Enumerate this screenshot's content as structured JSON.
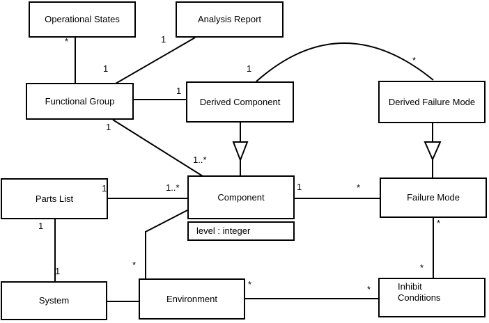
{
  "diagram": {
    "type": "uml-class-diagram",
    "background_color": "#ffffff",
    "line_color": "#000000",
    "classes": {
      "operational_states": {
        "name": "Operational States"
      },
      "analysis_report": {
        "name": "Analysis Report"
      },
      "functional_group": {
        "name": "Functional Group"
      },
      "derived_component": {
        "name": "Derived Component"
      },
      "derived_failure_mode": {
        "name": "Derived Failure Mode"
      },
      "parts_list": {
        "name": "Parts List"
      },
      "component": {
        "name": "Component",
        "attributes": [
          "level : integer"
        ]
      },
      "failure_mode": {
        "name": "Failure Mode"
      },
      "system": {
        "name": "System"
      },
      "environment": {
        "name": "Environment"
      },
      "inhibit_conditions": {
        "name": "Inhibit\nConditions"
      }
    },
    "relationships": [
      {
        "from": "Operational States",
        "to": "Functional Group",
        "type": "association",
        "from_multiplicity": "*",
        "to_multiplicity": "1"
      },
      {
        "from": "Analysis Report",
        "to": "Functional Group",
        "type": "association",
        "from_multiplicity": "1",
        "to_multiplicity": ""
      },
      {
        "from": "Functional Group",
        "to": "Derived Component",
        "type": "association",
        "from_multiplicity": "",
        "to_multiplicity": "1"
      },
      {
        "from": "Functional Group",
        "to": "Component",
        "type": "association",
        "from_multiplicity": "1",
        "to_multiplicity": "1..*"
      },
      {
        "from": "Derived Component",
        "to": "Component",
        "type": "generalization",
        "from_multiplicity": "",
        "to_multiplicity": ""
      },
      {
        "from": "Derived Component",
        "to": "Derived Failure Mode",
        "type": "association",
        "from_multiplicity": "1",
        "to_multiplicity": "*"
      },
      {
        "from": "Derived Failure Mode",
        "to": "Failure Mode",
        "type": "generalization",
        "from_multiplicity": "",
        "to_multiplicity": ""
      },
      {
        "from": "Parts List",
        "to": "Component",
        "type": "association",
        "from_multiplicity": "1",
        "to_multiplicity": "1..*"
      },
      {
        "from": "Component",
        "to": "Failure Mode",
        "type": "association",
        "from_multiplicity": "1",
        "to_multiplicity": "*"
      },
      {
        "from": "Parts List",
        "to": "System",
        "type": "association",
        "from_multiplicity": "1",
        "to_multiplicity": "1"
      },
      {
        "from": "Component",
        "to": "Environment",
        "type": "association",
        "from_multiplicity": "",
        "to_multiplicity": "*"
      },
      {
        "from": "System",
        "to": "Environment",
        "type": "association",
        "from_multiplicity": "",
        "to_multiplicity": ""
      },
      {
        "from": "Environment",
        "to": "Inhibit Conditions",
        "type": "association",
        "from_multiplicity": "*",
        "to_multiplicity": "*"
      },
      {
        "from": "Failure Mode",
        "to": "Inhibit Conditions",
        "type": "association",
        "from_multiplicity": "*",
        "to_multiplicity": "*"
      }
    ]
  }
}
